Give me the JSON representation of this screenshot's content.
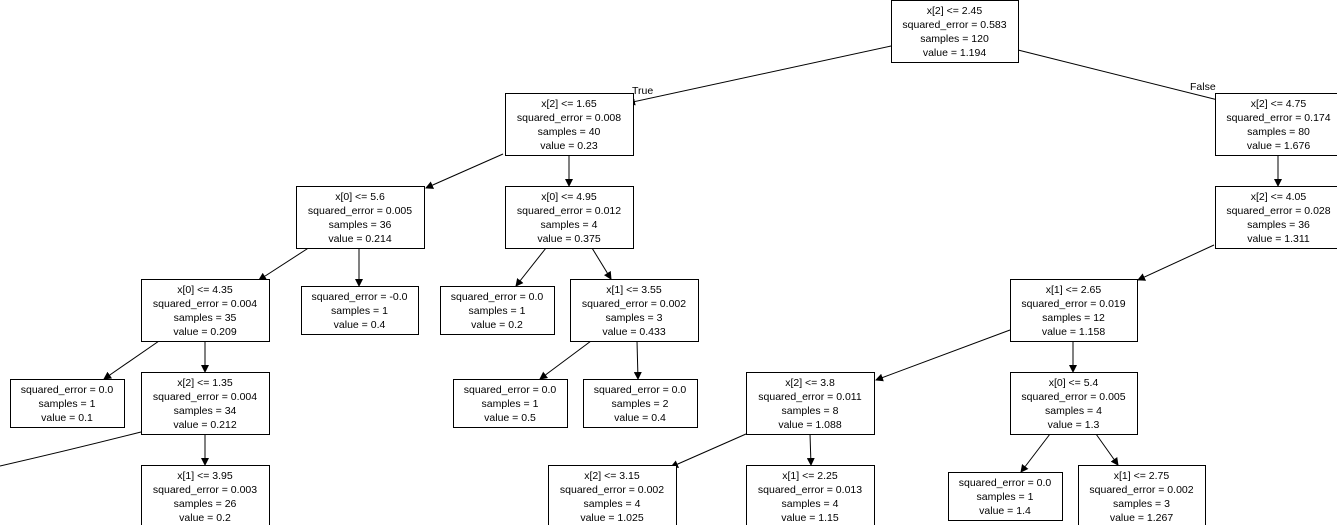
{
  "tree": {
    "nodes": [
      {
        "id": "n0",
        "lines": [
          "x[2] <= 2.45",
          "squared_error = 0.583",
          "samples = 120",
          "value = 1.194"
        ]
      },
      {
        "id": "n1",
        "lines": [
          "x[2] <= 1.65",
          "squared_error = 0.008",
          "samples = 40",
          "value = 0.23"
        ]
      },
      {
        "id": "n2",
        "lines": [
          "x[2] <= 4.75",
          "squared_error = 0.174",
          "samples = 80",
          "value = 1.676"
        ]
      },
      {
        "id": "n3",
        "lines": [
          "x[0] <= 5.6",
          "squared_error = 0.005",
          "samples = 36",
          "value = 0.214"
        ]
      },
      {
        "id": "n4",
        "lines": [
          "x[0] <= 4.95",
          "squared_error = 0.012",
          "samples = 4",
          "value = 0.375"
        ]
      },
      {
        "id": "n5",
        "lines": [
          "x[2] <= 4.05",
          "squared_error = 0.028",
          "samples = 36",
          "value = 1.311"
        ]
      },
      {
        "id": "n6",
        "lines": [
          "x[0] <= 4.35",
          "squared_error = 0.004",
          "samples = 35",
          "value = 0.209"
        ]
      },
      {
        "id": "n7",
        "lines": [
          "squared_error = -0.0",
          "samples = 1",
          "value = 0.4"
        ]
      },
      {
        "id": "n8",
        "lines": [
          "squared_error = 0.0",
          "samples = 1",
          "value = 0.2"
        ]
      },
      {
        "id": "n9",
        "lines": [
          "x[1] <= 3.55",
          "squared_error = 0.002",
          "samples = 3",
          "value = 0.433"
        ]
      },
      {
        "id": "n10",
        "lines": [
          "x[1] <= 2.65",
          "squared_error = 0.019",
          "samples = 12",
          "value = 1.158"
        ]
      },
      {
        "id": "n11",
        "lines": [
          "squared_error = 0.0",
          "samples = 1",
          "value = 0.1"
        ]
      },
      {
        "id": "n12",
        "lines": [
          "x[2] <= 1.35",
          "squared_error = 0.004",
          "samples = 34",
          "value = 0.212"
        ]
      },
      {
        "id": "n13",
        "lines": [
          "squared_error = 0.0",
          "samples = 1",
          "value = 0.5"
        ]
      },
      {
        "id": "n14",
        "lines": [
          "squared_error = 0.0",
          "samples = 2",
          "value = 0.4"
        ]
      },
      {
        "id": "n15",
        "lines": [
          "x[2] <= 3.8",
          "squared_error = 0.011",
          "samples = 8",
          "value = 1.088"
        ]
      },
      {
        "id": "n16",
        "lines": [
          "x[0] <= 5.4",
          "squared_error = 0.005",
          "samples = 4",
          "value = 1.3"
        ]
      },
      {
        "id": "n17",
        "lines": [
          "x[1] <= 3.95",
          "squared_error = 0.003",
          "samples = 26",
          "value = 0.2"
        ]
      },
      {
        "id": "n18",
        "lines": [
          "x[2] <= 3.15",
          "squared_error = 0.002",
          "samples = 4",
          "value = 1.025"
        ]
      },
      {
        "id": "n19",
        "lines": [
          "x[1] <= 2.25",
          "squared_error = 0.013",
          "samples = 4",
          "value = 1.15"
        ]
      },
      {
        "id": "n20",
        "lines": [
          "squared_error = 0.0",
          "samples = 1",
          "value = 1.4"
        ]
      },
      {
        "id": "n21",
        "lines": [
          "x[1] <= 2.75",
          "squared_error = 0.002",
          "samples = 3",
          "value = 1.267"
        ]
      }
    ],
    "edges": [
      {
        "from": "n0",
        "to": "n1",
        "label": "True"
      },
      {
        "from": "n0",
        "to": "n2",
        "label": "False"
      },
      {
        "from": "n1",
        "to": "n3"
      },
      {
        "from": "n1",
        "to": "n4"
      },
      {
        "from": "n2",
        "to": "n5"
      },
      {
        "from": "n3",
        "to": "n6"
      },
      {
        "from": "n3",
        "to": "n7"
      },
      {
        "from": "n4",
        "to": "n8"
      },
      {
        "from": "n4",
        "to": "n9"
      },
      {
        "from": "n5",
        "to": "n10"
      },
      {
        "from": "n6",
        "to": "n11"
      },
      {
        "from": "n6",
        "to": "n12"
      },
      {
        "from": "n9",
        "to": "n13"
      },
      {
        "from": "n9",
        "to": "n14"
      },
      {
        "from": "n10",
        "to": "n15"
      },
      {
        "from": "n10",
        "to": "n16"
      },
      {
        "from": "n12",
        "to": "n17"
      },
      {
        "from": "n15",
        "to": "n18"
      },
      {
        "from": "n15",
        "to": "n19"
      },
      {
        "from": "n16",
        "to": "n20"
      },
      {
        "from": "n16",
        "to": "n21"
      }
    ]
  }
}
